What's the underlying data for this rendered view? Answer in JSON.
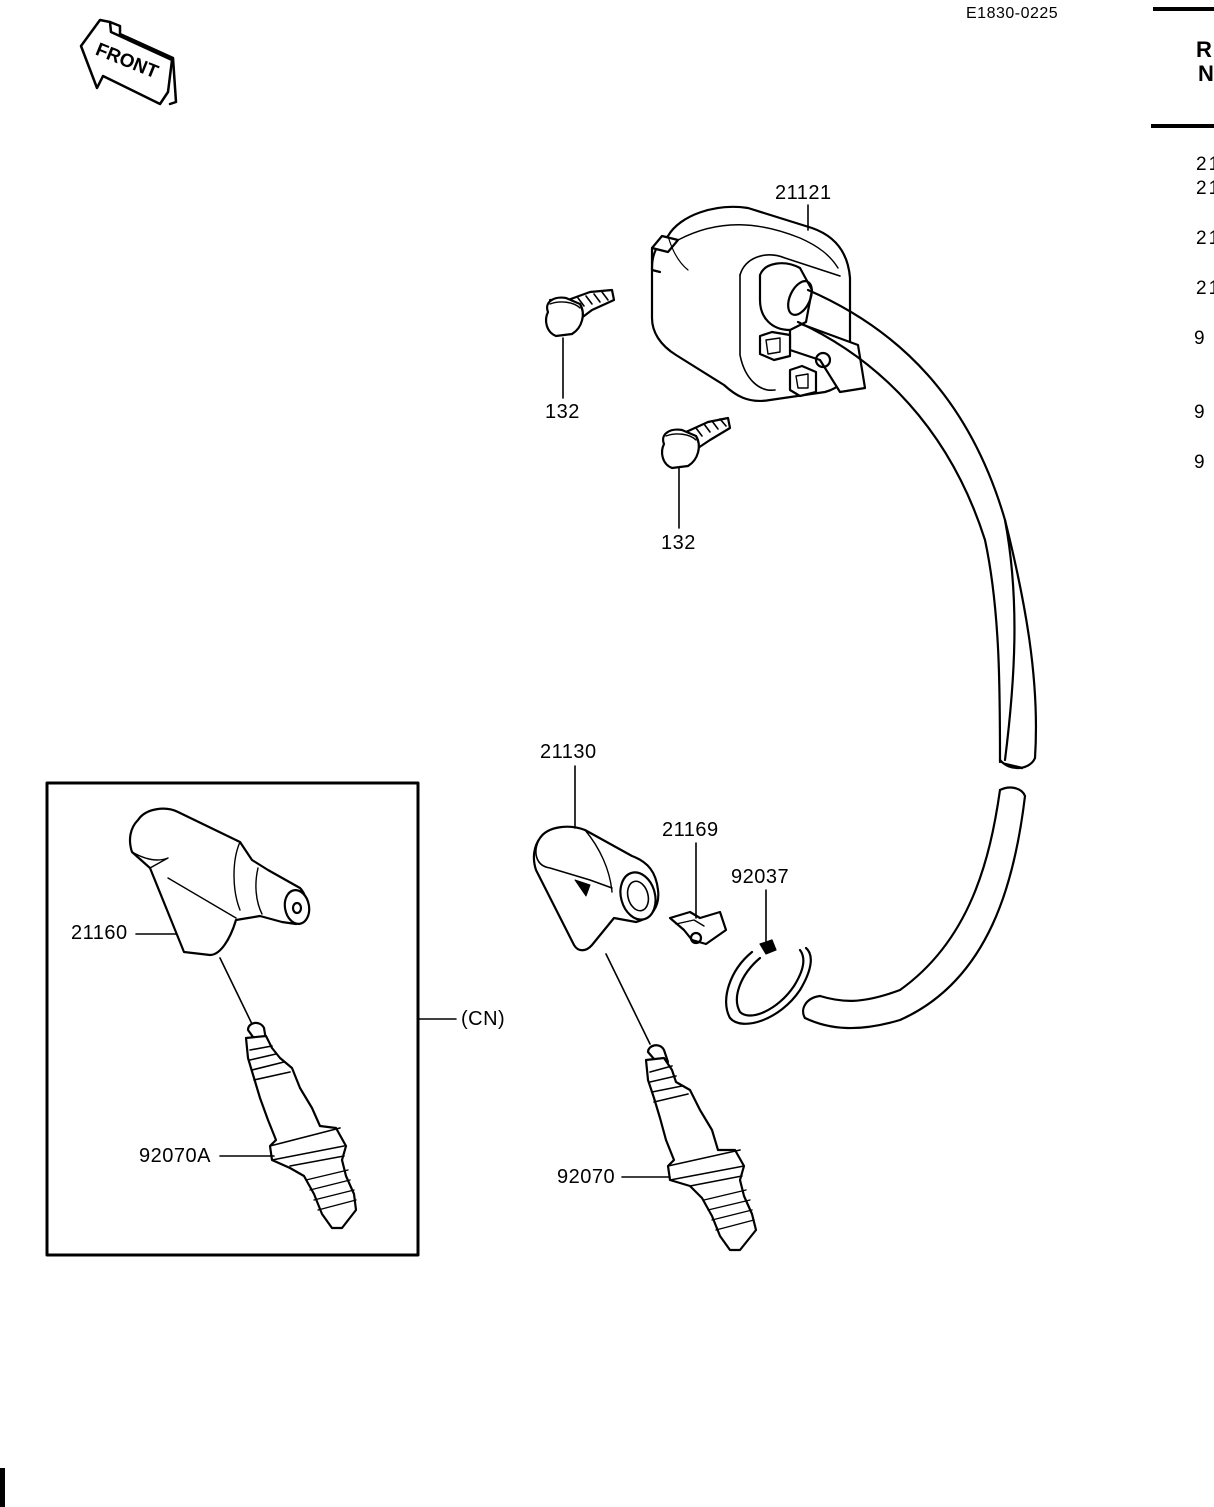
{
  "diagram_code": "E1830-0225",
  "front_label": "FRONT",
  "parts": {
    "ignition_coil": "21121",
    "bolt_upper": "132",
    "bolt_lower": "132",
    "plug_cap": "21130",
    "clamp": "21169",
    "band": "92037",
    "spark_plug": "92070",
    "plug_cap_cn": "21160",
    "spark_plug_cn": "92070A"
  },
  "variant_label": "(CN)",
  "table_header": [
    "R",
    "N"
  ],
  "table_rows": [
    "21",
    "21",
    "21",
    "21",
    "9",
    "9",
    "9"
  ]
}
